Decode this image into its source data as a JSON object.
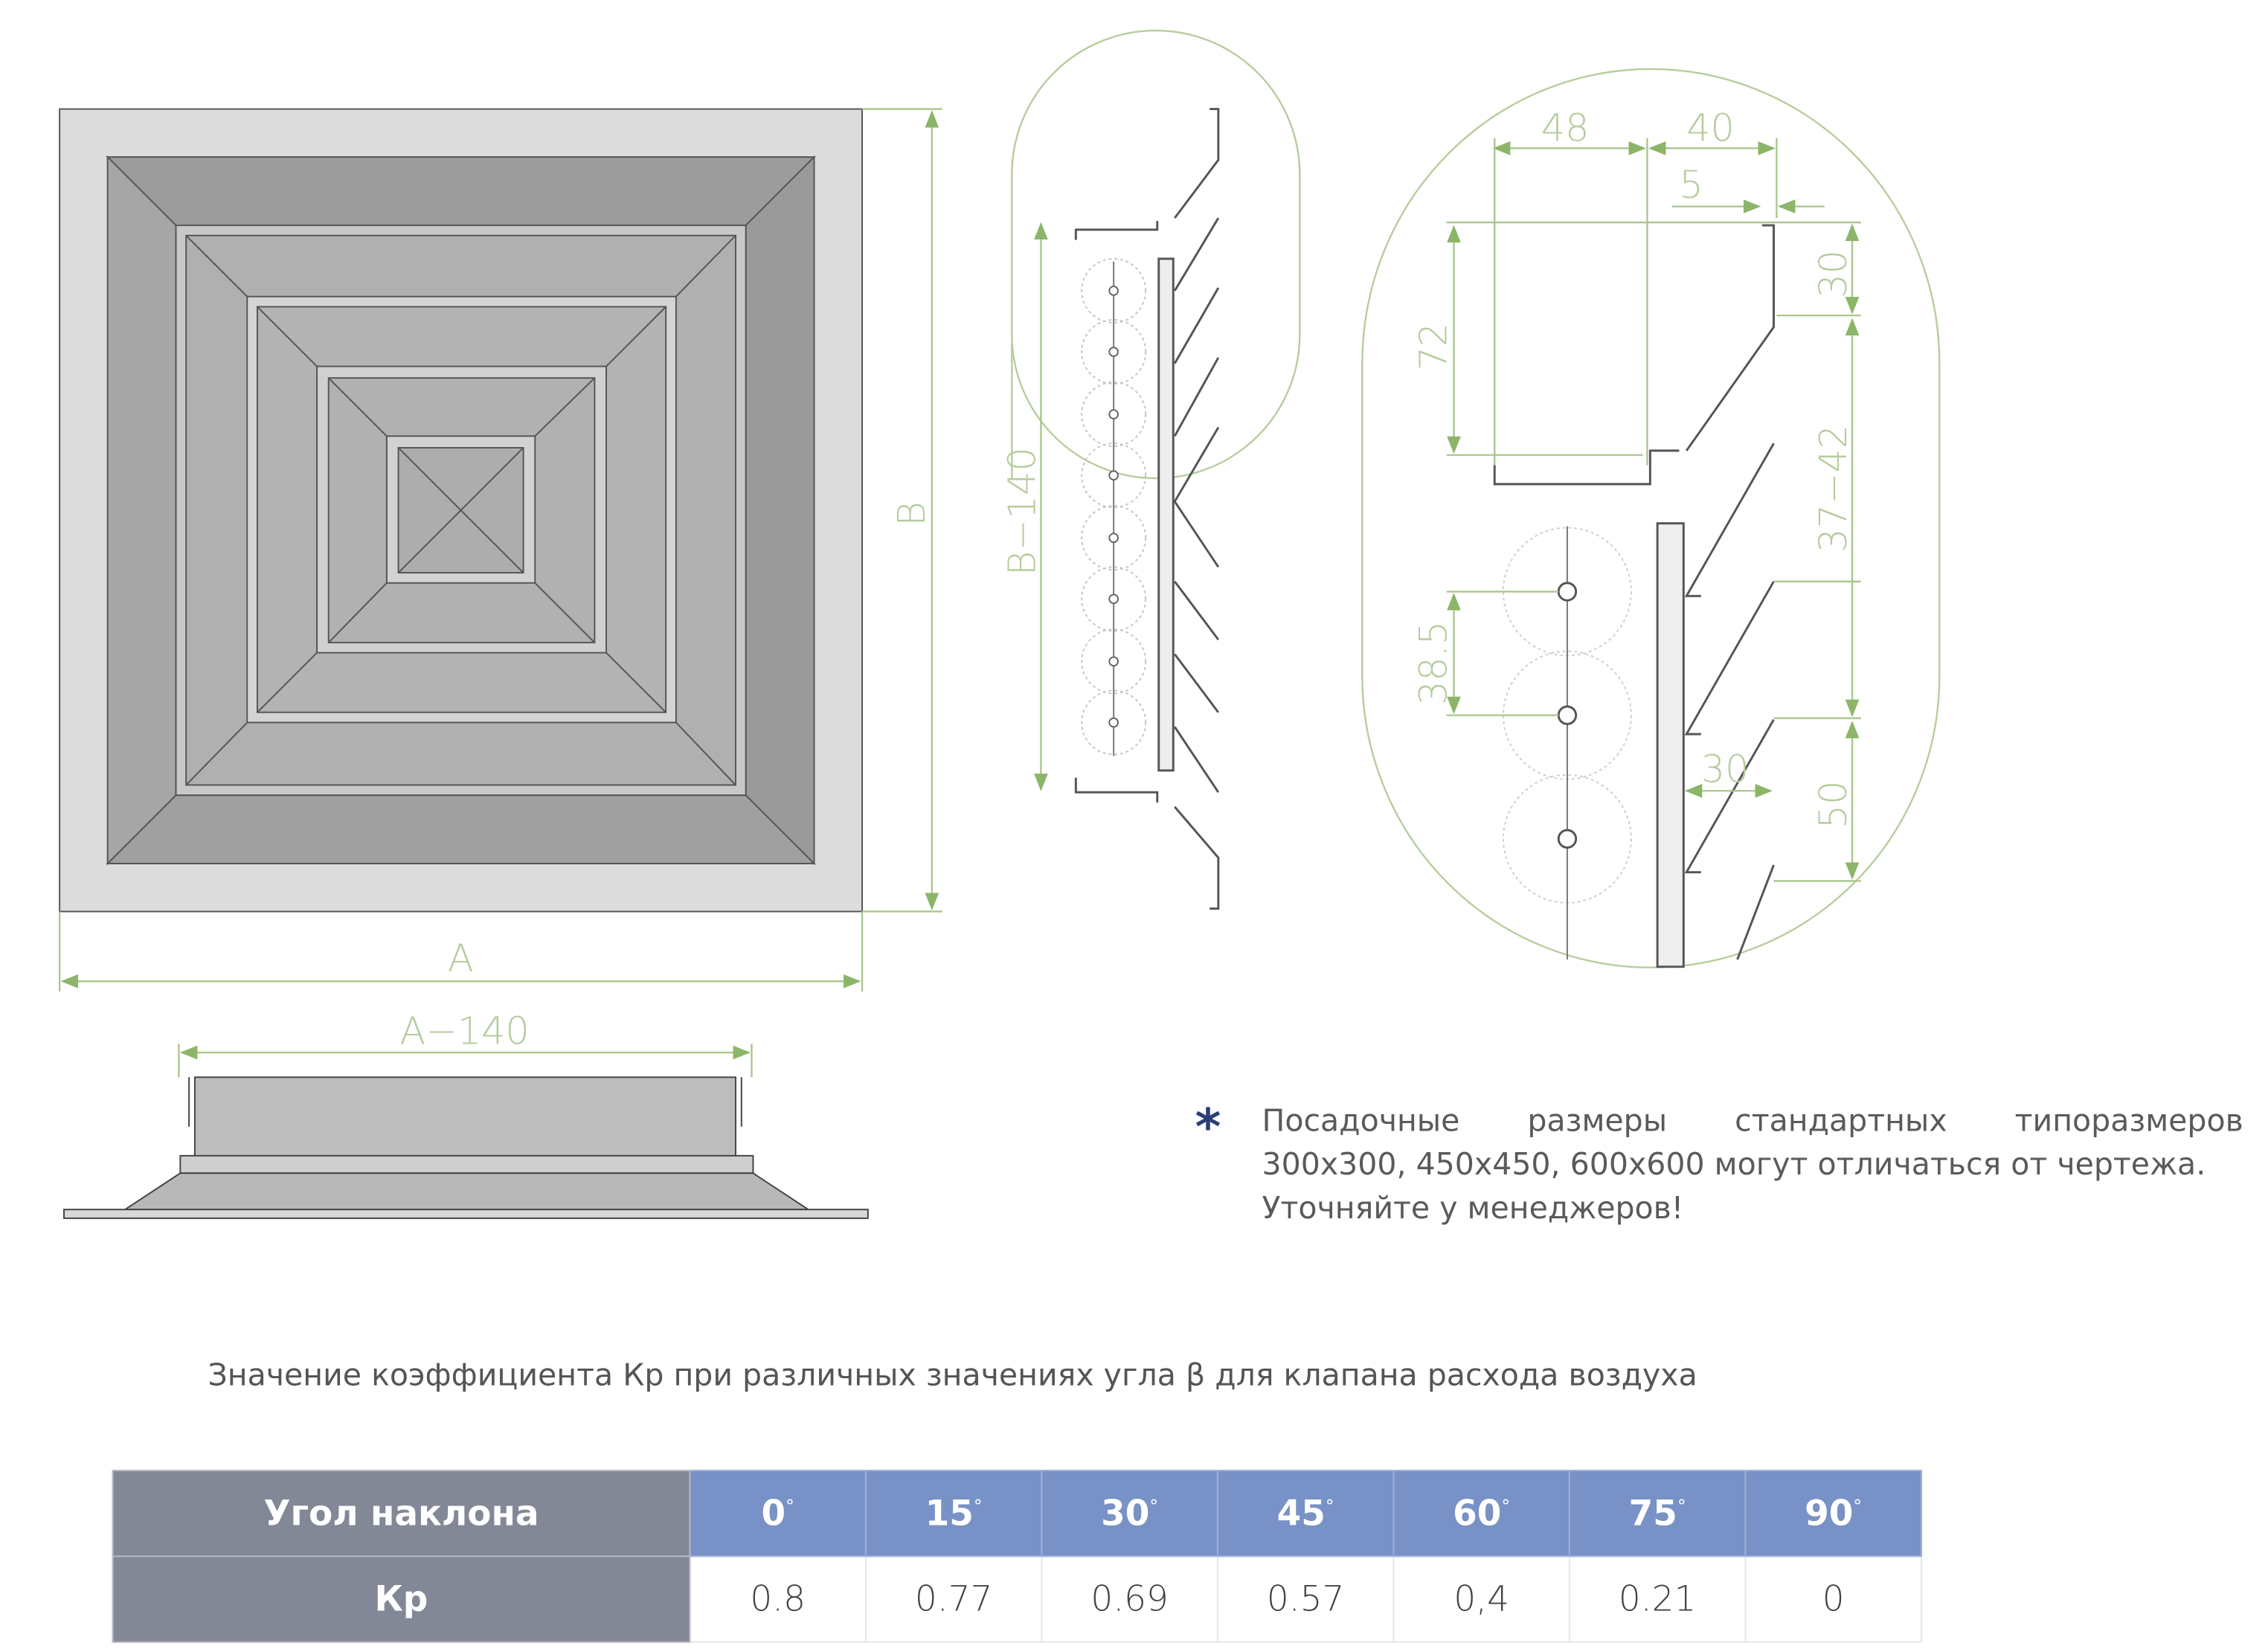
{
  "drawing": {
    "front_view": {
      "dim_width": "A",
      "dim_height": "B"
    },
    "side_view": {
      "dim_width": "A−140"
    },
    "section_view": {
      "dim_height": "B−140"
    },
    "detail_view": {
      "dims": [
        "48",
        "40",
        "5",
        "30",
        "72",
        "37−42",
        "38.5",
        "30",
        "50"
      ]
    }
  },
  "note": {
    "marker": "*",
    "line1": "Посадочные размеры стандартных типоразмеров",
    "line2": "300x300, 450x450, 600x600 могут отличаться от чертежа.",
    "line3": "Уточняйте у менеджеров!"
  },
  "caption": "Значение коэффициента Кр при различных значениях угла β для клапана расхода воздуха",
  "table": {
    "header_label": "Угол наклона",
    "row_label": "Кр",
    "degree_symbol": "°",
    "angles": [
      "0",
      "15",
      "30",
      "45",
      "60",
      "75",
      "90"
    ],
    "values": [
      "0.8",
      "0.77",
      "0.69",
      "0.57",
      "0,4",
      "0.21",
      "0"
    ]
  },
  "colors": {
    "header_gray": "#838897",
    "header_blue": "#7891c6",
    "dimension_green": "#b5cc9c",
    "accent_star": "#2c3d78"
  }
}
